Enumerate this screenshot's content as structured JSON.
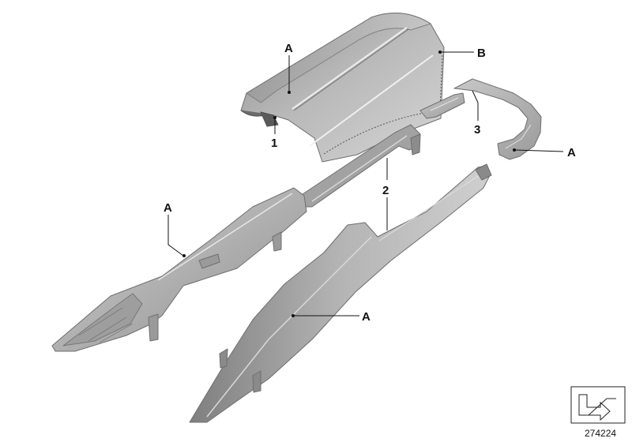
{
  "callouts": {
    "label_1": "1",
    "label_2": "2",
    "label_3": "3",
    "label_A_armrest": "A",
    "label_B": "B",
    "label_A_trim": "A",
    "label_A_left_panel": "A",
    "label_A_right_panel": "A"
  },
  "diagram_number": "274224",
  "colors": {
    "part_light": "#cfcfcf",
    "part_mid": "#a9a9a9",
    "part_dark": "#858585",
    "ink": "#111111"
  },
  "icons": {
    "reference_box": "arrow-reference-icon"
  }
}
